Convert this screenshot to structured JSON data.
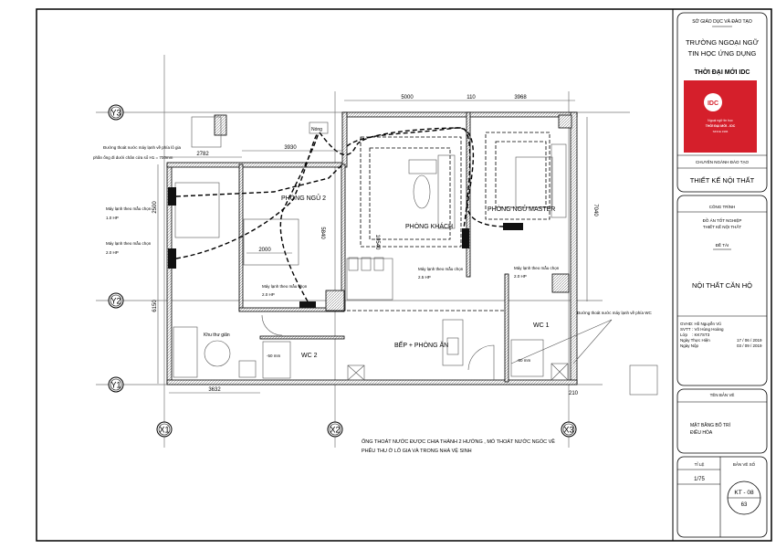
{
  "title_block": {
    "department": "SỞ GIÁO DỤC VÀ ĐÀO TẠO",
    "school_line1": "TRƯỜNG NGOẠI NGỮ",
    "school_line2": "TIN HỌC ỨNG DỤNG",
    "brand": "THỜI ĐẠI MỚI IDC",
    "logo": {
      "mark": "IDC",
      "line1": "Ngoại ngữ tin học",
      "line2": "THỜI ĐẠI MỚI - IDC",
      "line3": "SINCE 1996",
      "color": "#d51f2b"
    },
    "major_label": "CHUYÊN NGÀNH ĐÀO TẠO",
    "major": "THIẾT KẾ NỘI THẤT",
    "project_label": "CÔNG TRÌNH",
    "project_line1": "ĐỒ ÁN TỐT NGHIỆP",
    "project_line2": "THIẾT KẾ NỘI THẤT",
    "topic_label": "ĐỀ TÀI",
    "topic": "NỘI THẤT CĂN HỘ",
    "info": [
      {
        "key": "GVHD",
        "value": ": Hồ Nguyễn Vũ"
      },
      {
        "key": "SVTT",
        "value": ": Võ Hùng Hoàng"
      },
      {
        "key": "Lớp",
        "value": ": KK7ST3"
      },
      {
        "key": "Ngày Thực Hiện",
        "value": "17 / 06 / 2019"
      },
      {
        "key": "Ngày Nộp",
        "value": "03 / 09 / 2019"
      }
    ],
    "drawing_name_label": "TÊN BẢN VẼ",
    "drawing_name_line1": "MẶT BẰNG BỐ TRÍ",
    "drawing_name_line2": "ĐIỀU HÒA",
    "scale_label": "TỈ LỆ",
    "scale": "1/75",
    "sheet_label": "BẢN VẼ SỐ",
    "sheet_code": "KT - 08",
    "sheet_number": "63"
  },
  "plan": {
    "grid": {
      "y3": "Y3",
      "y2": "Y2",
      "y1": "Y1",
      "x1": "X1",
      "x2": "X2",
      "x3": "X3"
    },
    "dimensions": {
      "top_left": "2782",
      "bedroom2_width": "3930",
      "living_width": "5000",
      "wall_gap": "110",
      "master_width": "3968",
      "right_height": "7040",
      "left_upper": "2500",
      "left_lower": "6150",
      "bedroom2_height": "5840",
      "living_height": "10540",
      "bed_width": "2000",
      "bottom_left": "3632",
      "bottom_right": "210"
    },
    "rooms": {
      "bedroom2": "PHÒNG NGỦ 2",
      "master": "PHÒNG NGỦ MASTER",
      "living": "PHÒNG KHÁCH",
      "kitchen": "BẾP + PHÒNG ĂN",
      "wc1": "WC 1",
      "wc2": "WC 2",
      "lounge": "Khu thư giãn",
      "hot": "Nóng"
    },
    "notes": {
      "drain_loggia": "Đường thoát nước máy lạnh về phía lô gia",
      "pipe_height": "phần ống đi dưới chân cửa sổ H1 = 700mm",
      "drain_wc": "Đường thoát nước máy lạnh về phía WC",
      "wc2_offset": "-50 mm",
      "wc1_offset": "-50 mm",
      "bottom_line1": "ỐNG THOÁT NƯỚC ĐƯỢC CHIA THÀNH 2 HƯỚNG , MỎ THOÁT NƯỚC NGÓC VỀ",
      "bottom_line2": "PHỄU THU Ở LÔ GIA VÀ TRONG NHÀ VỆ SINH"
    },
    "ac_units": [
      {
        "label": "Máy lạnh theo mẫu chọn",
        "power": "1.0 HP"
      },
      {
        "label": "Máy lạnh theo mẫu chọn",
        "power": "2.0 HP"
      },
      {
        "label": "Máy lạnh theo mẫu chọn",
        "power": "2.0 HP"
      },
      {
        "label": "Máy lạnh theo mẫu chọn",
        "power": "2.5 HP"
      },
      {
        "label": "Máy lạnh theo mẫu chọn",
        "power": "2.0 HP"
      }
    ]
  }
}
